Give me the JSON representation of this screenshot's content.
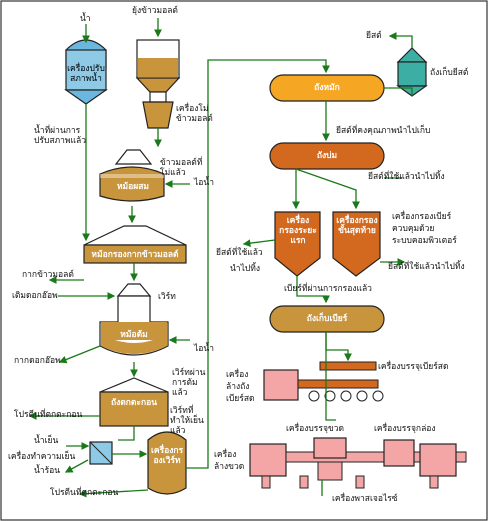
{
  "labels": {
    "water": "น้ำ",
    "water_treatment": "เครื่องปรับสภาพน้ำ",
    "malt_crushing": "ยุ้งข้าวมอลต์",
    "malt_mill": "เครื่องโม่ข้าวมอลต์",
    "treated_water": "น้ำที่ผ่านการปรับสภาพแล้ว",
    "milled_malt": "ข้าวมอลต์ที่โม่แล้ว",
    "mash_tun": "หม้อผสม",
    "steam_1": "ไอน้ำ",
    "lauter_tun": "หม้อกรองกากข้าวมอลต์",
    "spent_grain": "กากข้าวมอลต์",
    "add_hops": "เติมดอกฮ๊อพ",
    "wort": "เวิร์ท",
    "wort_kettle": "หม้อต้ม",
    "steam_2": "ไอน้ำ",
    "spent_hops": "กากดอกฮ๊อพ",
    "boiled_wort": "เวิร์ทผ่านการต้มแล้ว",
    "sediment_tank": "ถังตกตะกอน",
    "protein_sediment_1": "โปรตีนที่ตกตะกอน",
    "cooled_wort": "เวิร์ทที่ทำให้เย็นแล้ว",
    "cold_water": "น้ำเย็น",
    "wort_cooler": "เครื่องทำความเย็น",
    "hot_water": "น้ำร้อน",
    "wort_filter": "เครื่องกรองเวิร์ท",
    "protein_sediment_2": "โปรตีนที่ตกตะกอน",
    "yeast": "ยีสต์",
    "yeast_tank": "ถังเก็บยีสต์",
    "fermenter": "ถังหมัก",
    "quality_yeast": "ยีสต์ที่คงคุณภาพนำไปเก็บ",
    "maturation_tank": "ถังบ่ม",
    "used_yeast_1": "ยีสต์ที่ใช้แล้วนำไปทิ้ง",
    "coarse_filter": "เครื่องกรองระยะแรก",
    "fine_filter": "เครื่องกรองขั้นสุดท้าย",
    "final_filter_note_1": "เครื่องกรองเบียร์",
    "final_filter_note_2": "ควบคุมด้วย",
    "final_filter_note_3": "ระบบคอมพิวเตอร์",
    "used_yeast_2a": "ยีสต์ที่ใช้แล้ว",
    "used_yeast_2b": "นำไปทิ้ง",
    "used_yeast_3": "ยีสต์ที่ใช้แล้วนำไปทิ้ง",
    "filtered_beer": "เบียร์ที่ผ่านการกรองแล้ว",
    "beer_storage": "ถังเก็บเบียร์",
    "keg_washer_1": "เครื่อง",
    "keg_washer_2": "ล้างถัง",
    "keg_washer_3": "เบียร์สด",
    "keg_filler": "เครื่องบรรจุเบียร์สด",
    "bottle_filler": "เครื่องบรรจุขวด",
    "can_filler": "เครื่องบรรจุกล่อง",
    "bottle_washer_1": "เครื่อง",
    "bottle_washer_2": "ล้างขวด",
    "pasteurizer": "เครื่องพาสเจอไรซ์"
  },
  "colors": {
    "flow_line": "#1a7a1a",
    "equipment_orange": "#f5a623",
    "equipment_dark_orange": "#d2691e",
    "equipment_brown": "#c8943c",
    "water_blue": "#8ecae6",
    "yeast_teal": "#3caea3",
    "packaging_pink": "#f4a6a6",
    "outline": "#222222"
  }
}
